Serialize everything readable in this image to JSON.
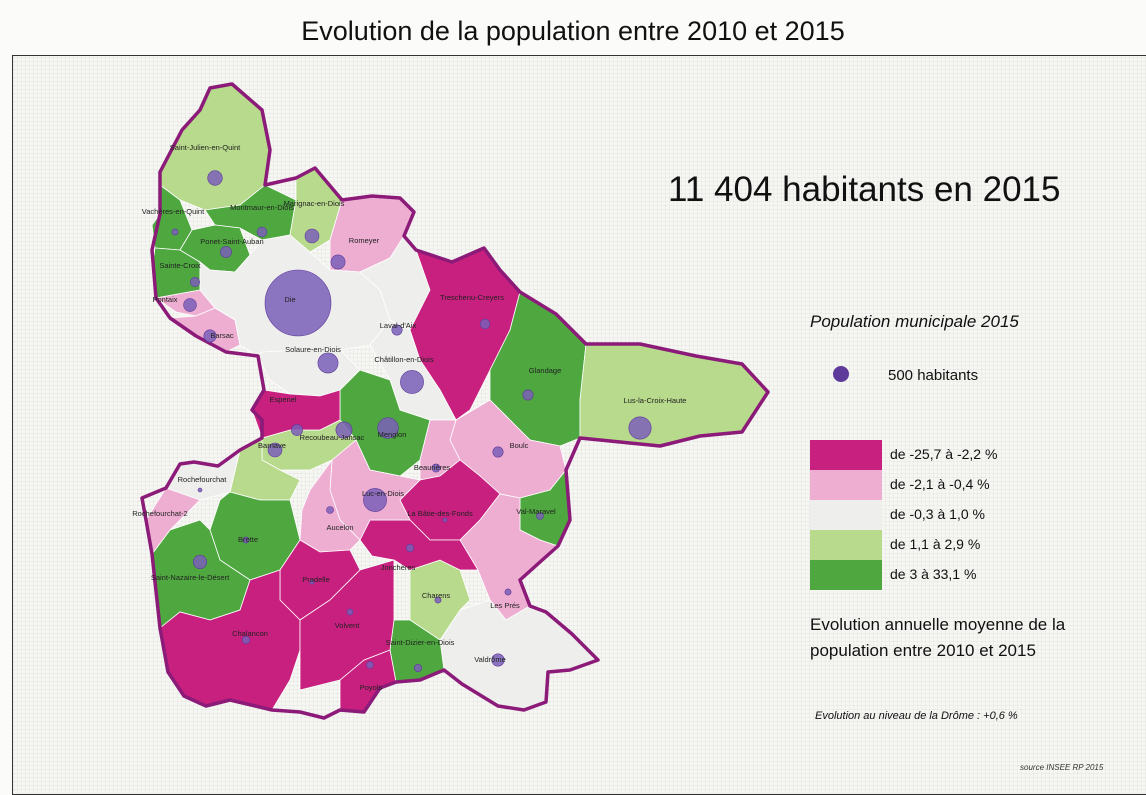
{
  "title": "Evolution de la population entre 2010 et 2015",
  "headline": "11 404 habitants en 2015",
  "population_legend": {
    "title": "Population municipale 2015",
    "marker_label": "500 habitants"
  },
  "evolution_legend": {
    "classes": [
      {
        "label": "de -25,7 à -2,2 %",
        "color": "#c8207f"
      },
      {
        "label": "de -2,1 à -0,4 %",
        "color": "#eeaed2"
      },
      {
        "label": "de -0,3 à 1,0 %",
        "color": "#eeeeec"
      },
      {
        "label": "de 1,1 à 2,9 %",
        "color": "#b8da8c"
      },
      {
        "label": "de 3 à 33,1 %",
        "color": "#4ea83f"
      }
    ],
    "caption": "Evolution annuelle moyenne de la population entre 2010 et 2015",
    "department_note": "Evolution au niveau de la Drôme : +0,6 %"
  },
  "source": "source INSEE RP 2015",
  "colors": {
    "boundary": "#8b1a78",
    "population_circle": "#7a5fb8",
    "population_circle_stroke": "#5e3a9a"
  },
  "communes": [
    {
      "name": "Saint-Julien-en-Quint",
      "evolution_class": 3,
      "population": 220
    },
    {
      "name": "Vachères-en-Quint",
      "evolution_class": 4,
      "population": 40
    },
    {
      "name": "Sainte-Croix",
      "evolution_class": 4,
      "population": 90
    },
    {
      "name": "Montmaur-en-Diois",
      "evolution_class": 4,
      "population": 100
    },
    {
      "name": "Ponet-Saint-Auban",
      "evolution_class": 4,
      "population": 130
    },
    {
      "name": "Marignac-en-Diois",
      "evolution_class": 3,
      "population": 200
    },
    {
      "name": "Romeyer",
      "evolution_class": 1,
      "population": 210
    },
    {
      "name": "Pontaix",
      "evolution_class": 1,
      "population": 170
    },
    {
      "name": "Barsac",
      "evolution_class": 1,
      "population": 160
    },
    {
      "name": "Die",
      "evolution_class": 2,
      "population": 4500
    },
    {
      "name": "Laval-d'Aix",
      "evolution_class": 2,
      "population": 110
    },
    {
      "name": "Treschenu-Creyers",
      "evolution_class": 0,
      "population": 100
    },
    {
      "name": "Glandage",
      "evolution_class": 4,
      "population": 110
    },
    {
      "name": "Lus-la-Croix-Haute",
      "evolution_class": 3,
      "population": 520
    },
    {
      "name": "Solaure-en-Diois",
      "evolution_class": 2,
      "population": 420
    },
    {
      "name": "Châtillon-en-Diois",
      "evolution_class": 2,
      "population": 560
    },
    {
      "name": "Menglon",
      "evolution_class": 4,
      "population": 440
    },
    {
      "name": "Boulc",
      "evolution_class": 1,
      "population": 110
    },
    {
      "name": "Beaurières",
      "evolution_class": 1,
      "population": 70
    },
    {
      "name": "Val-Maravel",
      "evolution_class": 4,
      "population": 50
    },
    {
      "name": "La Bâtie-des-Fonds",
      "evolution_class": 0,
      "population": 10
    },
    {
      "name": "Les Prés",
      "evolution_class": 1,
      "population": 40
    },
    {
      "name": "Valdrôme",
      "evolution_class": 2,
      "population": 160
    },
    {
      "name": "Charens",
      "evolution_class": 3,
      "population": 40
    },
    {
      "name": "Saint-Dizier-en-Diois",
      "evolution_class": 4,
      "population": 60
    },
    {
      "name": "Jonchères",
      "evolution_class": 0,
      "population": 60
    },
    {
      "name": "Poyols",
      "evolution_class": 0,
      "population": 50
    },
    {
      "name": "Luc-en-Diois",
      "evolution_class": 1,
      "population": 560
    },
    {
      "name": "Aucelon",
      "evolution_class": 1,
      "population": 50
    },
    {
      "name": "Recoubeau-Jansac",
      "evolution_class": 3,
      "population": 270
    },
    {
      "name": "Barnave",
      "evolution_class": 3,
      "population": 200
    },
    {
      "name": "Espenel",
      "evolution_class": 0,
      "population": 130
    },
    {
      "name": "Rochefourchat",
      "evolution_class": 2,
      "population": 1
    },
    {
      "name": "Brette",
      "evolution_class": 4,
      "population": 40
    },
    {
      "name": "Saint-Nazaire-le-Désert",
      "evolution_class": 4,
      "population": 190
    },
    {
      "name": "Pradelle",
      "evolution_class": 0,
      "population": 20
    },
    {
      "name": "Chalancon",
      "evolution_class": 0,
      "population": 60
    },
    {
      "name": "Volvent",
      "evolution_class": 0,
      "population": 40
    },
    {
      "name": "Rochefourchat-2",
      "evolution_class": 1,
      "population": 0
    }
  ]
}
